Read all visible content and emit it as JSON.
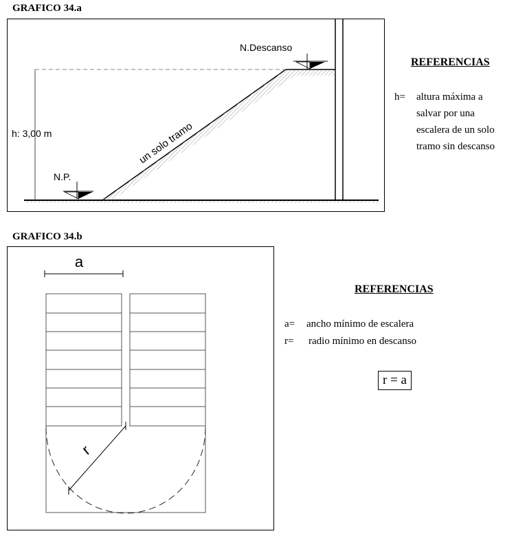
{
  "graphic_a": {
    "title": "GRAFICO 34.a",
    "label_descanso": "N.Descanso",
    "label_np": "N.P.",
    "label_height": "h: 3,00 m",
    "label_ramp": "un solo tramo",
    "references": {
      "heading": "REFERENCIAS",
      "key": "h=",
      "lines": [
        "altura máxima a",
        "salvar por una",
        "escalera de un solo",
        "tramo sin descanso"
      ]
    }
  },
  "graphic_b": {
    "title": "GRAFICO 34.b",
    "label_a": "a",
    "label_r": "r",
    "references": {
      "heading": "REFERENCIAS",
      "a_key": "a=",
      "a_text": "ancho mínimo de escalera",
      "r_key": "r=",
      "r_text": "radio mínimo en descanso"
    },
    "formula": "r = a"
  }
}
